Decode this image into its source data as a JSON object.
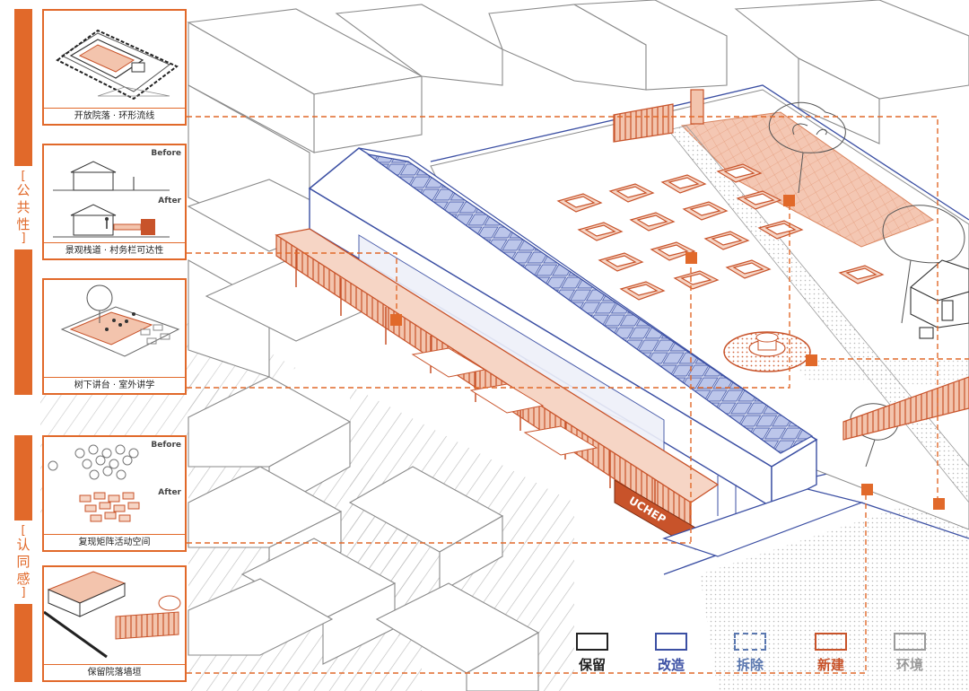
{
  "sidebar": {
    "group1_label": "公共性",
    "group2_label": "认同感",
    "bracket_open": "[",
    "bracket_close": "]"
  },
  "panels": [
    {
      "caption": "开放院落 · 环形流线"
    },
    {
      "caption": "景观栈道 · 村务栏可达性",
      "before": "Before",
      "after": "After"
    },
    {
      "caption": "树下讲台 · 室外讲学"
    },
    {
      "caption": "复现矩阵活动空间",
      "before": "Before",
      "after": "After"
    },
    {
      "caption": "保留院落墙垣"
    }
  ],
  "legend": [
    {
      "label": "保留",
      "color": "#222222",
      "border": "solid"
    },
    {
      "label": "改造",
      "color": "#3b4fa3",
      "border": "solid"
    },
    {
      "label": "拆除",
      "color": "#5b78b0",
      "border": "dashed"
    },
    {
      "label": "新建",
      "color": "#c8532a",
      "border": "solid"
    },
    {
      "label": "环境",
      "color": "#9a9a9a",
      "border": "solid"
    }
  ],
  "colors": {
    "accent": "#e1692a",
    "new_build": "#c8532a",
    "renovate": "#3b4fa3",
    "line_gray": "#8a8a8a"
  },
  "sign_text": "UCHEP"
}
